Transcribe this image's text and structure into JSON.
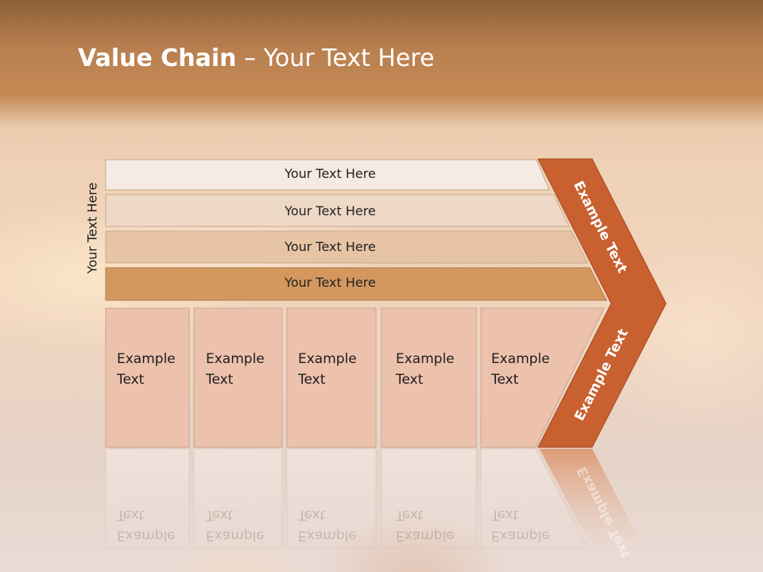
{
  "header": {
    "title_bold": "Value Chain",
    "title_rest": " – Your Text Here"
  },
  "side_label": "Your Text Here",
  "rows": [
    {
      "label": "Your Text Here",
      "color": "#f5ebe2"
    },
    {
      "label": "Your Text Here",
      "color": "#eed8c6"
    },
    {
      "label": "Your Text Here",
      "color": "#e6c4a4"
    },
    {
      "label": "Your Text Here",
      "color": "#d4985e"
    }
  ],
  "boxes": [
    {
      "line1": "Example",
      "line2": "Text"
    },
    {
      "line1": "Example",
      "line2": "Text"
    },
    {
      "line1": "Example",
      "line2": "Text"
    },
    {
      "line1": "Example",
      "line2": "Text"
    },
    {
      "line1": "Example",
      "line2": "Text"
    }
  ],
  "chevron": {
    "upper_label": "Example Text",
    "lower_label": "Example Text",
    "color": "#c8602f"
  },
  "colors": {
    "box_fill": "#ecc2ad",
    "title_bar": "#b98050"
  }
}
